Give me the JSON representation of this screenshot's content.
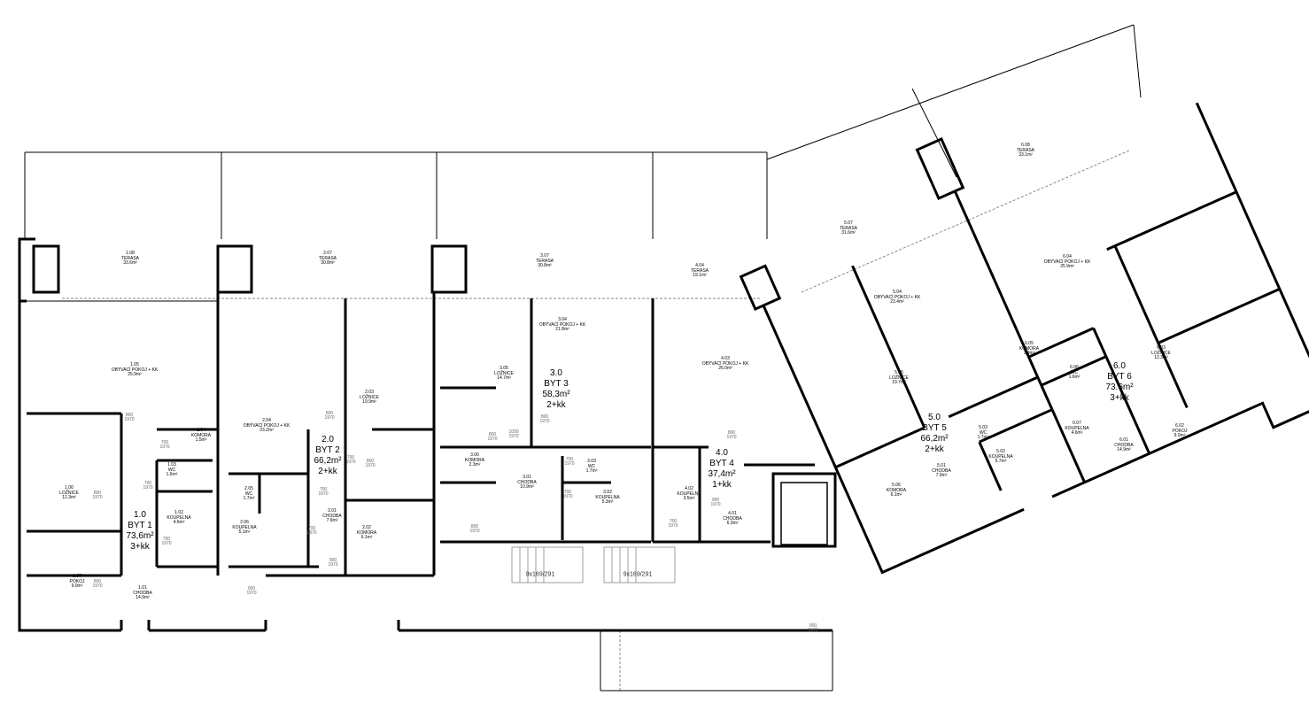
{
  "units": [
    {
      "id": "1.0",
      "name": "BYT 1",
      "area": "73,6m²",
      "type": "3+kk"
    },
    {
      "id": "2.0",
      "name": "BYT 2",
      "area": "66,2m²",
      "type": "2+kk"
    },
    {
      "id": "3.0",
      "name": "BYT 3",
      "area": "58,3m²",
      "type": "2+kk"
    },
    {
      "id": "4.0",
      "name": "BYT 4",
      "area": "37,4m²",
      "type": "1+kk"
    },
    {
      "id": "5.0",
      "name": "BYT 5",
      "area": "66,2m²",
      "type": "2+kk"
    },
    {
      "id": "6.0",
      "name": "BYT 6",
      "area": "73.6m²",
      "type": "3+kk"
    }
  ],
  "rooms": [
    {
      "no": "1.08",
      "name": "TERASA",
      "area": "33.6m²"
    },
    {
      "no": "1.05",
      "name": "OBÝVACÍ POKOJ + KK",
      "area": "25.9m²"
    },
    {
      "no": "1.06",
      "name": "LOŽNICE",
      "area": "12.3m²"
    },
    {
      "no": "1.07",
      "name": "POKOJ",
      "area": "9.0m²"
    },
    {
      "no": "1.01",
      "name": "CHODBA",
      "area": "14.9m²"
    },
    {
      "no": "1.02",
      "name": "KOUPELNA",
      "area": "4.6m²"
    },
    {
      "no": "1.03",
      "name": "WC",
      "area": "1.6m²"
    },
    {
      "no": "1.04",
      "name": "KOMORA",
      "area": "1.5m²"
    },
    {
      "no": "2.07",
      "name": "TERASA",
      "area": "30.8m²"
    },
    {
      "no": "2.04",
      "name": "OBÝVACÍ POKOJ + KK",
      "area": "23.2m²"
    },
    {
      "no": "2.03",
      "name": "LOŽNICE",
      "area": "19.9m²"
    },
    {
      "no": "2.05",
      "name": "WC",
      "area": "1.7m²"
    },
    {
      "no": "2.06",
      "name": "KOUPELNA",
      "area": "5.1m²"
    },
    {
      "no": "2.01",
      "name": "CHODBA",
      "area": "7.6m²"
    },
    {
      "no": "2.02",
      "name": "KOMORA",
      "area": "6.1m²"
    },
    {
      "no": "3.07",
      "name": "TERASA",
      "area": "30.8m²"
    },
    {
      "no": "3.04",
      "name": "OBÝVACÍ POKOJ + KK",
      "area": "21.8m²"
    },
    {
      "no": "3.05",
      "name": "LOŽNICE",
      "area": "14.7m²"
    },
    {
      "no": "3.06",
      "name": "KOMORA",
      "area": "2.3m²"
    },
    {
      "no": "3.01",
      "name": "CHODBA",
      "area": "10.9m²"
    },
    {
      "no": "3.03",
      "name": "WC",
      "area": "1.7m²"
    },
    {
      "no": "3.02",
      "name": "KOUPELNA",
      "area": "5.3m²"
    },
    {
      "no": "4.04",
      "name": "TERASA",
      "area": "19.1m²"
    },
    {
      "no": "4.03",
      "name": "OBÝVACÍ POKOJ + KK",
      "area": "26.0m²"
    },
    {
      "no": "4.02",
      "name": "KOUPELNA",
      "area": "3.5m²"
    },
    {
      "no": "4.01",
      "name": "CHODBA",
      "area": "6.3m²"
    },
    {
      "no": "5.07",
      "name": "TERASA",
      "area": "31.6m²"
    },
    {
      "no": "5.04",
      "name": "OBÝVACÍ POKOJ + KK",
      "area": "23.4m²"
    },
    {
      "no": "5.05",
      "name": "LOŽNICE",
      "area": "19.7m²"
    },
    {
      "no": "5.03",
      "name": "WC",
      "area": "1.7m²"
    },
    {
      "no": "5.02",
      "name": "KOUPELNA",
      "area": "5.7m²"
    },
    {
      "no": "5.01",
      "name": "CHODBA",
      "area": "7.0m²"
    },
    {
      "no": "5.06",
      "name": "KOMORA",
      "area": "6.1m²"
    },
    {
      "no": "6.08",
      "name": "TERASA",
      "area": "33.1m²"
    },
    {
      "no": "6.04",
      "name": "OBÝVACÍ POKOJ + KK",
      "area": "25.9m²"
    },
    {
      "no": "6.05",
      "name": "KOMORA",
      "area": "1.9m²"
    },
    {
      "no": "6.06",
      "name": "WC",
      "area": "1.6m²"
    },
    {
      "no": "6.07",
      "name": "KOUPELNA",
      "area": "4.6m²"
    },
    {
      "no": "6.03",
      "name": "LOŽNICE",
      "area": "12.3m²"
    },
    {
      "no": "6.02",
      "name": "POKOJ",
      "area": "9.0m²"
    },
    {
      "no": "6.01",
      "name": "CHODBA",
      "area": "14.9m²"
    }
  ],
  "doors": [
    {
      "w": "800",
      "h": "1970"
    },
    {
      "w": "700",
      "h": "1970"
    },
    {
      "w": "700",
      "h": "1970"
    },
    {
      "w": "700",
      "h": "1970"
    },
    {
      "w": "800",
      "h": "1970"
    },
    {
      "w": "800",
      "h": "1970"
    },
    {
      "w": "900",
      "h": "1970"
    },
    {
      "w": "800",
      "h": "1970"
    },
    {
      "w": "700",
      "h": "1970"
    },
    {
      "w": "700",
      "h": "1970"
    },
    {
      "w": "700",
      "h": "1970"
    },
    {
      "w": "800",
      "h": "1970"
    },
    {
      "w": "900",
      "h": "1970"
    },
    {
      "w": "800",
      "h": "1970"
    },
    {
      "w": "1000",
      "h": "1970"
    },
    {
      "w": "800",
      "h": "1970"
    },
    {
      "w": "700",
      "h": "1970"
    },
    {
      "w": "700",
      "h": "1970"
    },
    {
      "w": "800",
      "h": "1970"
    },
    {
      "w": "900",
      "h": "1970"
    },
    {
      "w": "800",
      "h": "1970"
    },
    {
      "w": "700",
      "h": "1970"
    },
    {
      "w": "900",
      "h": "1970"
    }
  ],
  "stairs": [
    "9x169/291",
    "9x169/291"
  ]
}
